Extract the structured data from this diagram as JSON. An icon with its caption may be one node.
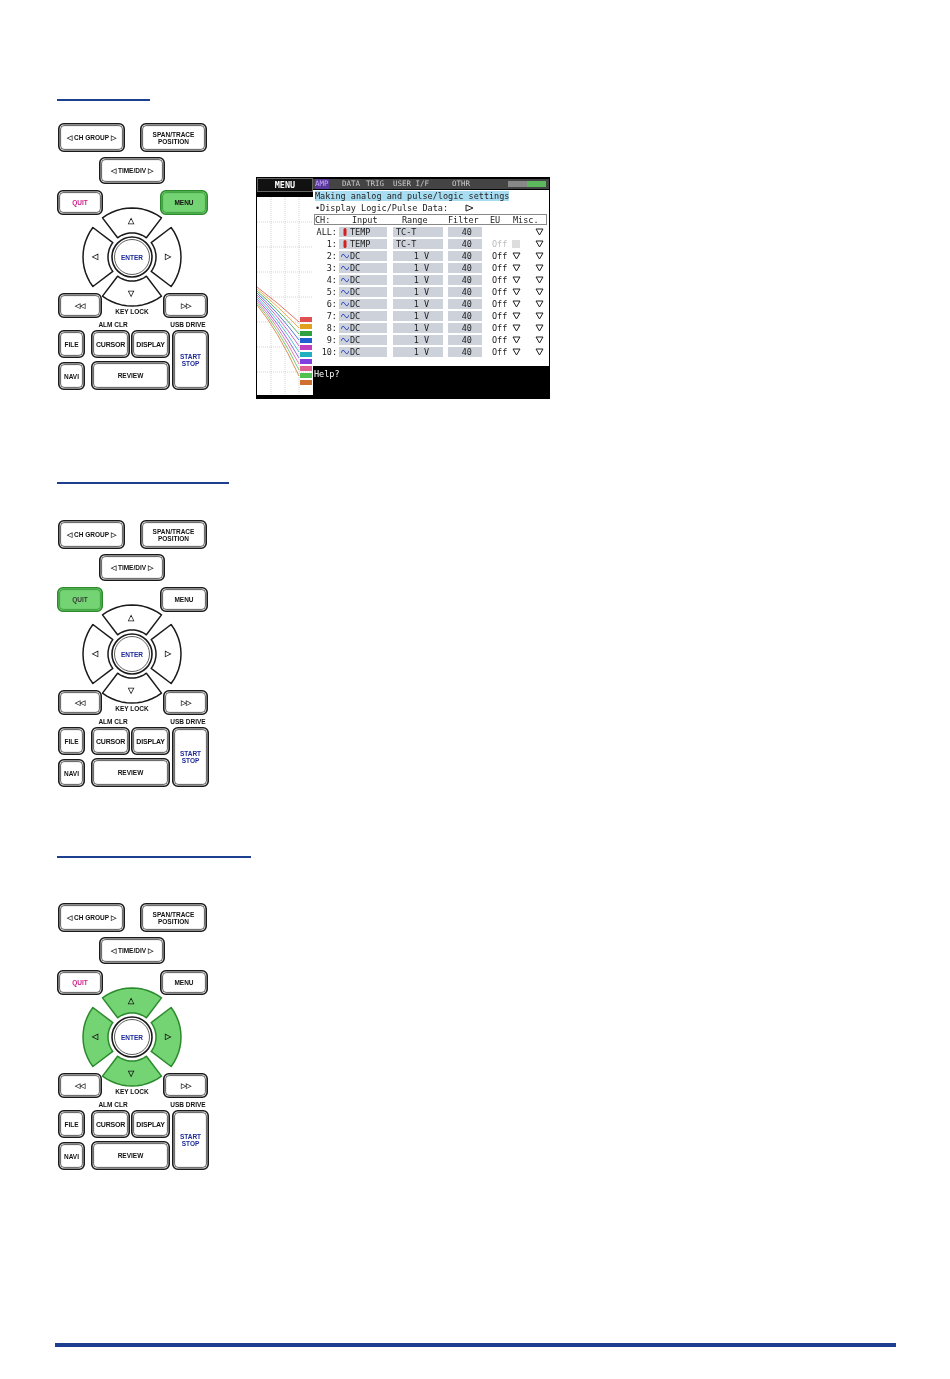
{
  "diagram": {
    "nodes": [
      {
        "text": [
          "◁ CH GROUP ▷"
        ]
      },
      {
        "text": [
          "SPAN/TRACE POSITION"
        ]
      },
      {
        "text": [
          "◁ TIME/DIV ▷"
        ]
      },
      {
        "text": [
          "QUIT"
        ]
      },
      {
        "text": [
          "MENU"
        ]
      },
      {
        "text": [
          "△"
        ]
      },
      {
        "text": [
          "◁"
        ]
      },
      {
        "text": [
          "ENTER"
        ]
      },
      {
        "text": [
          "▷"
        ]
      },
      {
        "text": [
          "◁◁"
        ]
      },
      {
        "text": [
          "▽"
        ]
      },
      {
        "text": [
          "▷▷"
        ]
      },
      {
        "text": [
          "FILE"
        ]
      },
      {
        "text": [
          "CURSOR"
        ]
      },
      {
        "text": [
          "DISPLAY"
        ]
      },
      {
        "text": [
          "START STOP"
        ]
      },
      {
        "text": [
          "NAVI"
        ]
      },
      {
        "text": [
          "REVIEW"
        ]
      },
      {
        "text": [
          "◁ CH GROUP ▷"
        ]
      },
      {
        "text": [
          "SPAN/TRACE POSITION"
        ]
      },
      {
        "text": [
          "◁ TIME/DIV ▷"
        ]
      },
      {
        "text": [
          "QUIT"
        ]
      },
      {
        "text": [
          "MENU"
        ]
      },
      {
        "text": [
          "△"
        ]
      },
      {
        "text": [
          "◁"
        ]
      },
      {
        "text": [
          "ENTER"
        ]
      },
      {
        "text": [
          "▷"
        ]
      },
      {
        "text": [
          "◁◁"
        ]
      },
      {
        "text": [
          "▽"
        ]
      },
      {
        "text": [
          "▷▷"
        ]
      },
      {
        "text": [
          "FILE"
        ]
      },
      {
        "text": [
          "CURSOR"
        ]
      },
      {
        "text": [
          "DISPLAY"
        ]
      },
      {
        "text": [
          "START STOP"
        ]
      },
      {
        "text": [
          "NAVI"
        ]
      },
      {
        "text": [
          "REVIEW"
        ]
      },
      {
        "text": [
          "◁ CH GROUP ▷"
        ]
      },
      {
        "text": [
          "SPAN/TRACE POSITION"
        ]
      },
      {
        "text": [
          "◁ TIME/DIV ▷"
        ]
      },
      {
        "text": [
          "QUIT"
        ]
      },
      {
        "text": [
          "MENU"
        ]
      },
      {
        "text": [
          "△"
        ]
      },
      {
        "text": [
          "◁"
        ]
      },
      {
        "text": [
          "ENTER"
        ]
      },
      {
        "text": [
          "▷"
        ]
      },
      {
        "text": [
          "◁◁"
        ]
      },
      {
        "text": [
          "▽"
        ]
      },
      {
        "text": [
          "▷▷"
        ]
      },
      {
        "text": [
          "FILE"
        ]
      },
      {
        "text": [
          "CURSOR"
        ]
      },
      {
        "text": [
          "DISPLAY"
        ]
      },
      {
        "text": [
          "START STOP"
        ]
      },
      {
        "text": [
          "NAVI"
        ]
      },
      {
        "text": [
          "REVIEW"
        ]
      }
    ],
    "labels": [
      "KEY LOCK",
      "ALM CLR",
      "USB DRIVE",
      "MENU",
      "AMP",
      "DATA",
      "TRIG",
      "USER I/F",
      "OTHR",
      "Making analog and pulse/logic settings",
      "•Display Logic/Pulse Data:",
      "CH:",
      "Input",
      "Range",
      "Filter",
      "EU",
      "Misc.",
      "ALL:",
      "TEMP",
      "TC-T",
      "40",
      "1:",
      "TEMP",
      "TC-T",
      "40",
      "Off",
      "2:",
      "DC",
      "1 V",
      "40",
      "Off",
      "3:",
      "DC",
      "1 V",
      "40",
      "Off",
      "4:",
      "DC",
      "1 V",
      "40",
      "Off",
      "5:",
      "DC",
      "1 V",
      "40",
      "Off",
      "6:",
      "DC",
      "1 V",
      "40",
      "Off",
      "7:",
      "DC",
      "1 V",
      "40",
      "Off",
      "8:",
      "DC",
      "1 V",
      "40",
      "Off",
      "9:",
      "DC",
      "1 V",
      "40",
      "Off",
      "10:",
      "DC",
      "1 V",
      "40",
      "Off",
      "Help?",
      "KEY LOCK",
      "ALM CLR",
      "USB DRIVE",
      "KEY LOCK",
      "ALM CLR",
      "USB DRIVE"
    ]
  }
}
